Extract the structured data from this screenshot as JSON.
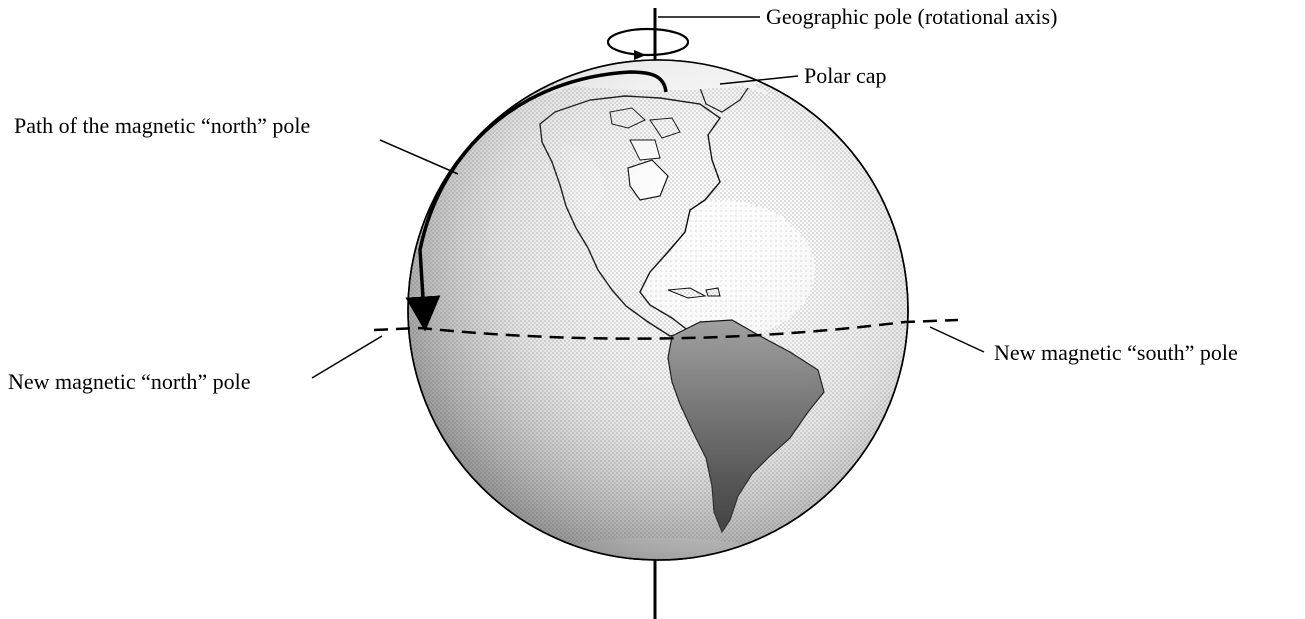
{
  "labels": {
    "geographic_pole": "Geographic pole (rotational axis)",
    "polar_cap": "Polar cap",
    "path_north": "Path of the magnetic “north” pole",
    "new_north": "New magnetic “north” pole",
    "new_south": "New magnetic “south” pole"
  }
}
